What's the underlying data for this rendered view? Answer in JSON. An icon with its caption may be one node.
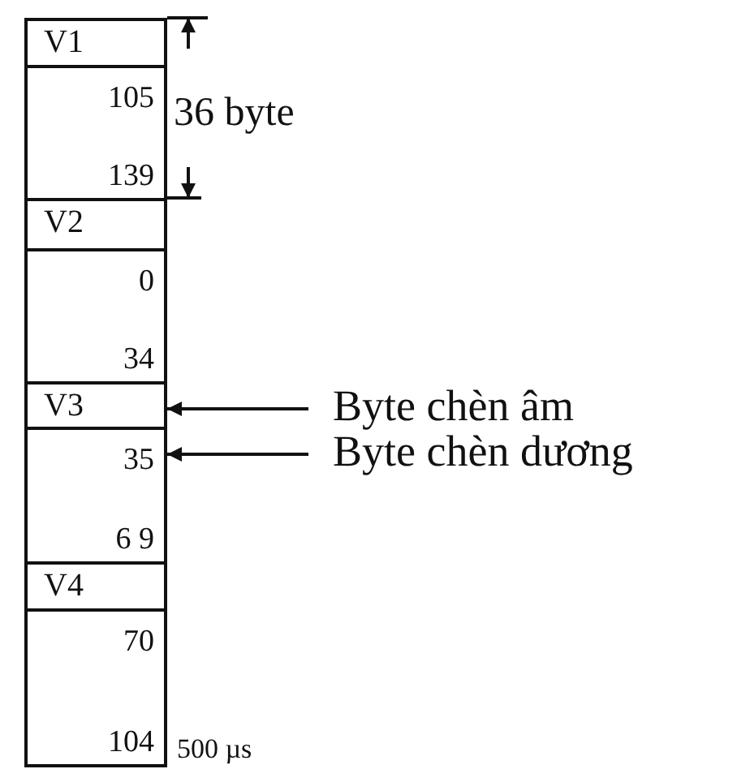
{
  "diagram": {
    "nodes": [
      {
        "text": [
          "V1"
        ]
      },
      {
        "text": [
          "105",
          "139"
        ]
      },
      {
        "text": [
          "V2"
        ]
      },
      {
        "text": [
          "0",
          "34"
        ]
      },
      {
        "text": [
          "V3"
        ]
      },
      {
        "text": [
          "35",
          "6 9"
        ]
      },
      {
        "text": [
          "V4"
        ]
      },
      {
        "text": [
          "70",
          "104"
        ]
      },
      {
        "text": [
          "Byte chèn âm"
        ]
      },
      {
        "text": [
          "Byte chèn dương"
        ]
      }
    ],
    "edges": [
      {
        "from": 8,
        "to": 4,
        "arrow": "to"
      },
      {
        "from": 9,
        "to": 5,
        "arrow": "to"
      }
    ],
    "labels": [
      "36 byte",
      "500 µs"
    ]
  }
}
